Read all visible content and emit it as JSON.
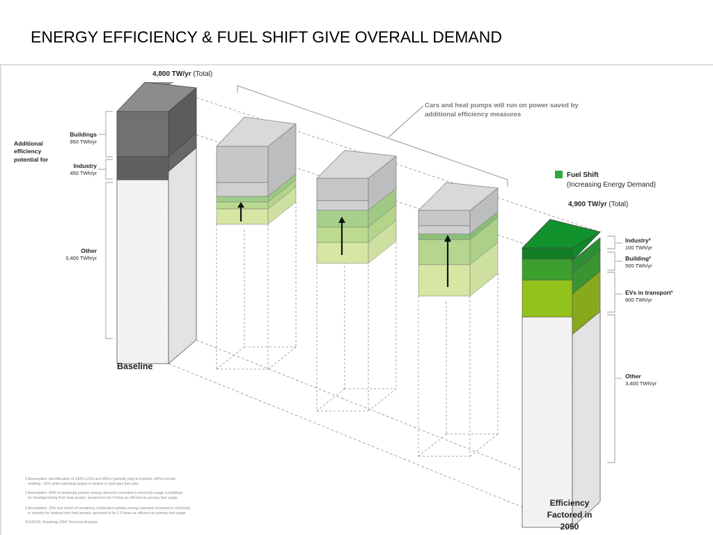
{
  "title": "ENERGY EFFICIENCY & FUEL SHIFT GIVE OVERALL DEMAND",
  "baseline": {
    "total_value": "4,800 TW/yr",
    "total_suffix": "(Total)",
    "side_label": [
      "Additional",
      "efficiency",
      "potential for"
    ],
    "segments": [
      {
        "name": "Buildings",
        "value": "950 TWh/yr"
      },
      {
        "name": "Industry",
        "value": "450 TWh/yr"
      },
      {
        "name": "Other",
        "value": "3,400 TWh/yr"
      }
    ],
    "label": "Baseline"
  },
  "callout": [
    "Cars and heat pumps will run on power saved by",
    "additional efficiency measures"
  ],
  "legend": {
    "title": "Fuel Shift",
    "subtitle": "(Increasing Energy Demand)",
    "color": "#2ea83a"
  },
  "final": {
    "total_value": "4,900 TW/yr",
    "total_suffix": "(Total)",
    "segments": [
      {
        "name": "Industry³",
        "value": "100 TWh/yr"
      },
      {
        "name": "Building²",
        "value": "500 TWh/yr"
      },
      {
        "name": "EVs in transport¹",
        "value": "800 TWh/yr"
      },
      {
        "name": "Other",
        "value": "3,400 TWh/yr"
      }
    ],
    "label": [
      "Efficiency",
      "Factored in",
      "2050"
    ]
  },
  "footnotes": [
    [
      "1 Assumption: electrification of 100% LDVs and MDVs (partially plug-in hybrids); HDVs remain",
      "emitting ~10% while switching largely to biofuel or hydrogen fuel cells"
    ],
    [
      "2 Assumption: 90% of remaining primary energy demand converted to electricity usage in buildings",
      "for heating/cooling from heat pumps; assumed to be 4 times as efficient as primary fuel usage"
    ],
    [
      "3 Assumption: 10% fuel switch of remaining combustion primary energy demand converted to electricity",
      "in industry for heating from heat pumps; assumed to be 2.5 times as efficient as primary fuel usage"
    ],
    [
      "SOURCE: Roadmap 2050 Technical Analysis"
    ]
  ],
  "colors": {
    "dark_gray": "#7b7d7e",
    "mid_gray": "#c8c9ca",
    "dark_green": "#128a26",
    "green": "#3aa433",
    "lime": "#8db81d",
    "pale_green": "#d2e3a0"
  }
}
